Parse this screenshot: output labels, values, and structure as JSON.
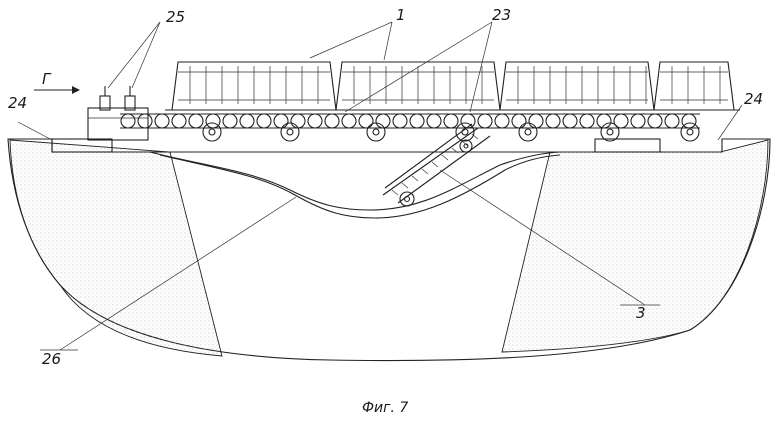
{
  "figure": {
    "caption": "Фиг. 7",
    "direction_label": "Г",
    "labels": {
      "wagons": "1",
      "rollers": "23",
      "clamps": "25",
      "rail_left": "24",
      "rail_right": "24",
      "pit": "26",
      "conveyor": "3"
    }
  }
}
